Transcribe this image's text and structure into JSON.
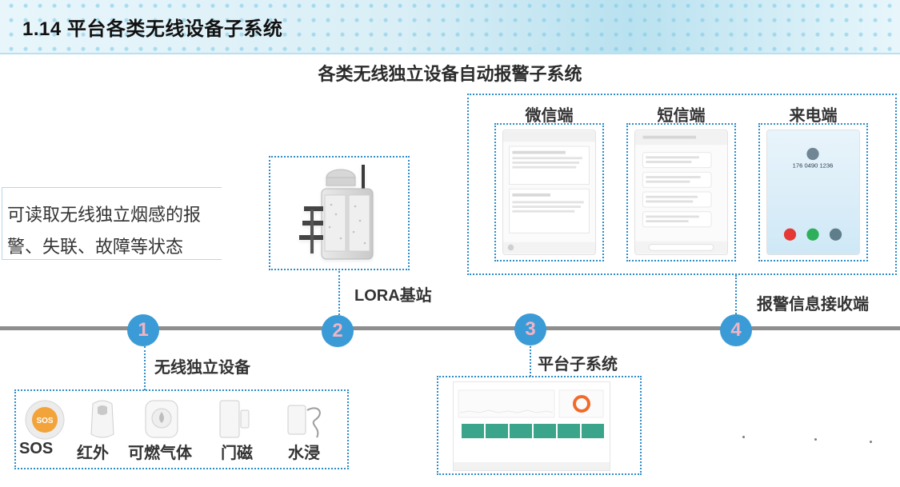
{
  "header": {
    "title": "1.14 平台各类无线设备子系统"
  },
  "center_title": "各类无线独立设备自动报警子系统",
  "left_text": {
    "line1": "可读取无线独立烟感的报",
    "line2": "警、失联、故障等状态"
  },
  "labels": {
    "lora": "LORA基站",
    "alarm_receive": "报警信息接收端",
    "wireless_device": "无线独立设备",
    "platform_subsystem": "平台子系统"
  },
  "receivers": {
    "wechat_title": "微信端",
    "sms_title": "短信端",
    "call_title": "来电端",
    "call_number": "176 0490 1236"
  },
  "steps": {
    "s1": "1",
    "s2": "2",
    "s3": "3",
    "s4": "4"
  },
  "devices": {
    "sos": "SOS",
    "infrared": "红外",
    "gas": "可燃气体",
    "door": "门磁",
    "water": "水浸",
    "sos_badge": "SOS"
  },
  "colors": {
    "accent_blue": "#3a9bd6",
    "dotted_blue": "#2d8cc8",
    "step_number": "#f3b3c3"
  }
}
